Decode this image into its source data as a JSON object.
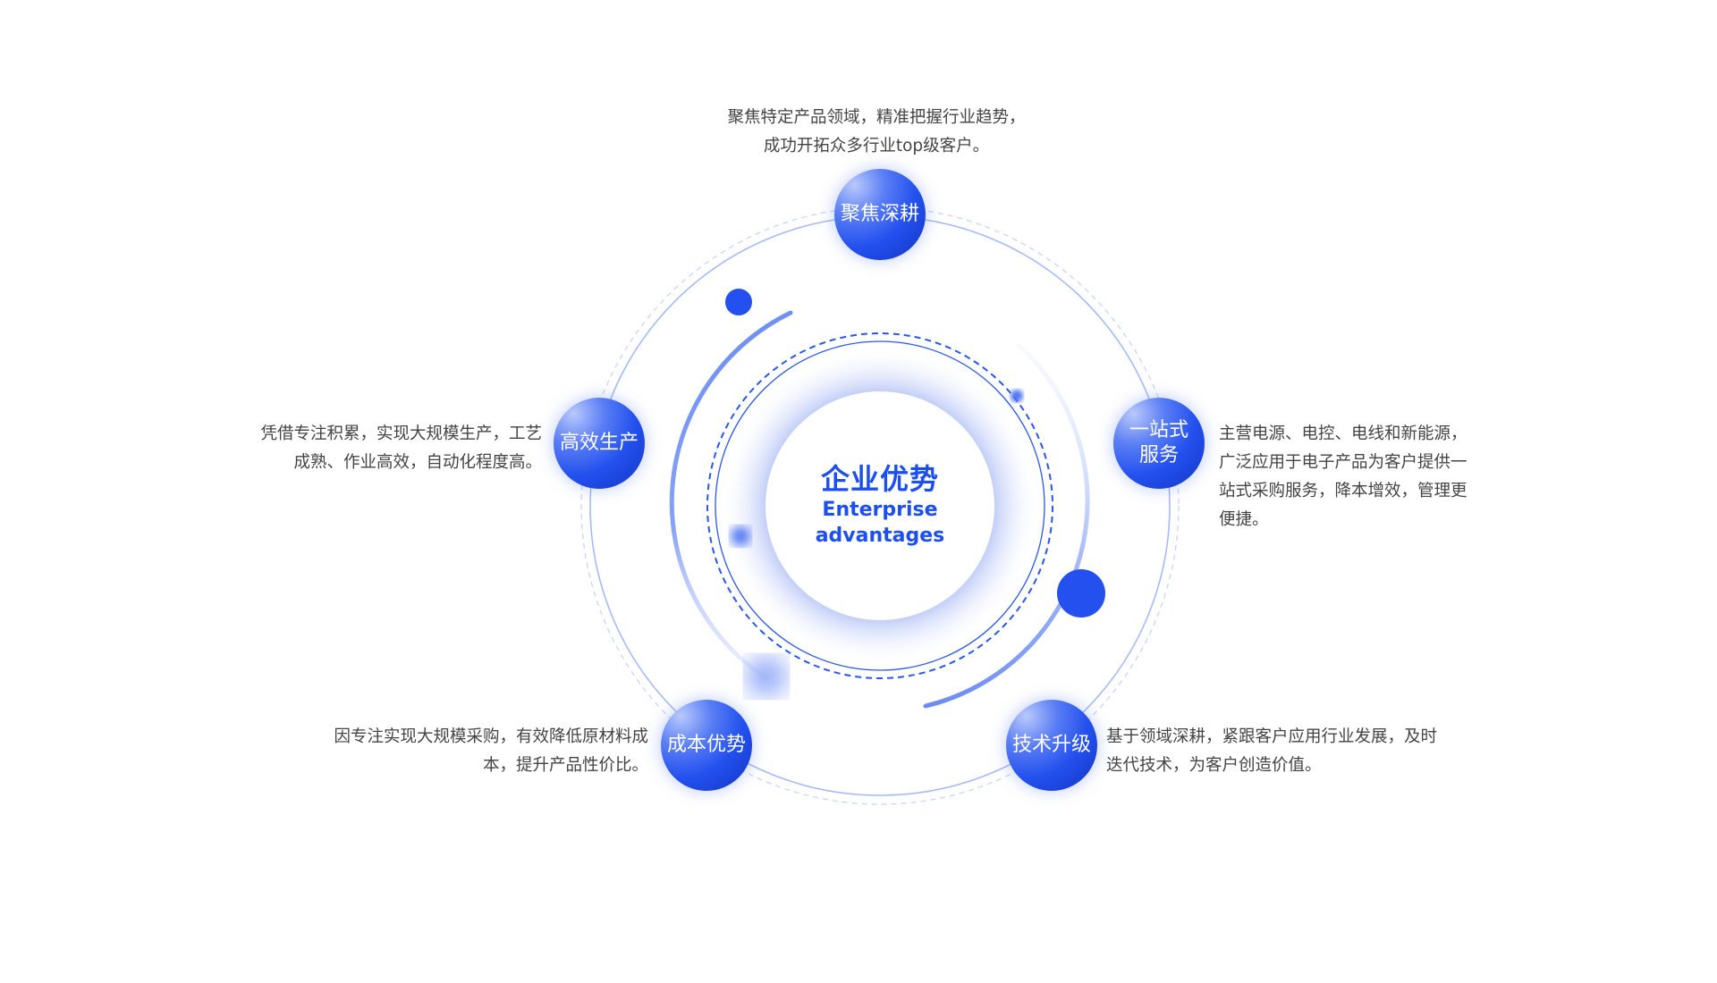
{
  "center": {
    "title": "企业优势",
    "subtitle_line1": "Enterprise",
    "subtitle_line2": "advantages"
  },
  "nodes": [
    {
      "label": "聚焦深耕",
      "desc": [
        "聚焦特定产品领域，精准把握行业趋势，",
        "成功开拓众多行业top级客户。"
      ]
    },
    {
      "label_line1": "一站式",
      "label_line2": "服务",
      "desc": [
        "主营电源、电控、电线和新能源，",
        "广泛应用于电子产品为客户提供一",
        "站式采购服务，降本增效，管理更",
        "便捷。"
      ]
    },
    {
      "label": "技术升级",
      "desc": [
        "基于领域深耕，紧跟客户应用行业发展，及时",
        "迭代技术，为客户创造价值。"
      ]
    },
    {
      "label": "成本优势",
      "desc": [
        "因专注实现大规模采购，有效降低原材料成",
        "本，提升产品性价比。"
      ]
    },
    {
      "label": "高效生产",
      "desc": [
        "凭借专注积累，实现大规模生产，工艺",
        "成熟、作业高效，自动化程度高。"
      ]
    }
  ],
  "colors": {
    "accent": "#1d4ff0",
    "text": "#444444",
    "ring": "#9db3f7"
  }
}
